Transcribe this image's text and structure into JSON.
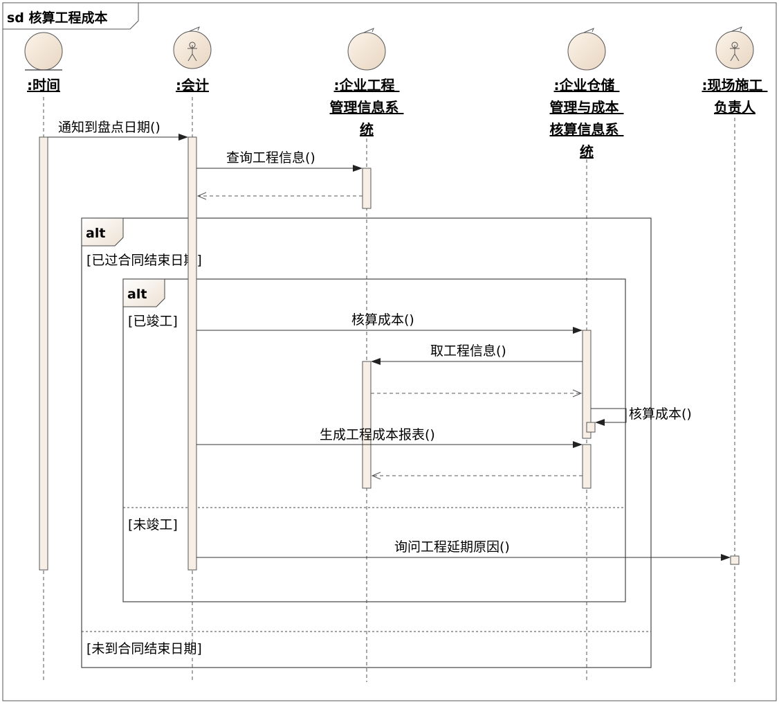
{
  "diagram": {
    "title": "sd 核算工程成本",
    "lifelines": [
      {
        "id": "time",
        "kind": "time",
        "lines": [
          ":时间"
        ]
      },
      {
        "id": "acct",
        "kind": "actor",
        "lines": [
          ":会计"
        ]
      },
      {
        "id": "pmis",
        "kind": "system",
        "lines": [
          ":企业工程",
          "管理信息系",
          "统"
        ]
      },
      {
        "id": "wms",
        "kind": "system",
        "lines": [
          ":企业仓储",
          "管理与成本",
          "核算信息系",
          "统"
        ]
      },
      {
        "id": "site",
        "kind": "actor",
        "lines": [
          ":现场施工",
          "负责人"
        ]
      }
    ],
    "messages": [
      {
        "label": "通知到盘点日期()",
        "from": "time",
        "to": "acct",
        "type": "sync"
      },
      {
        "label": "查询工程信息()",
        "from": "acct",
        "to": "pmis",
        "type": "sync"
      },
      {
        "label": "",
        "from": "pmis",
        "to": "acct",
        "type": "return"
      },
      {
        "label": "核算成本()",
        "from": "acct",
        "to": "wms",
        "type": "sync"
      },
      {
        "label": "取工程信息()",
        "from": "wms",
        "to": "pmis",
        "type": "sync"
      },
      {
        "label": "",
        "from": "pmis",
        "to": "wms",
        "type": "return"
      },
      {
        "label": "核算成本()",
        "from": "wms",
        "to": "wms",
        "type": "self"
      },
      {
        "label": "生成工程成本报表()",
        "from": "acct",
        "to": "wms",
        "type": "sync"
      },
      {
        "label": "",
        "from": "wms",
        "to": "pmis",
        "type": "return"
      },
      {
        "label": "询问工程延期原因()",
        "from": "acct",
        "to": "site",
        "type": "sync"
      }
    ],
    "fragments": [
      {
        "operator": "alt",
        "guards": [
          "[已过合同结束日期]",
          "[未到合同结束日期]"
        ]
      },
      {
        "operator": "alt",
        "guards": [
          "[已竣工]",
          "[未竣工]"
        ]
      }
    ]
  }
}
